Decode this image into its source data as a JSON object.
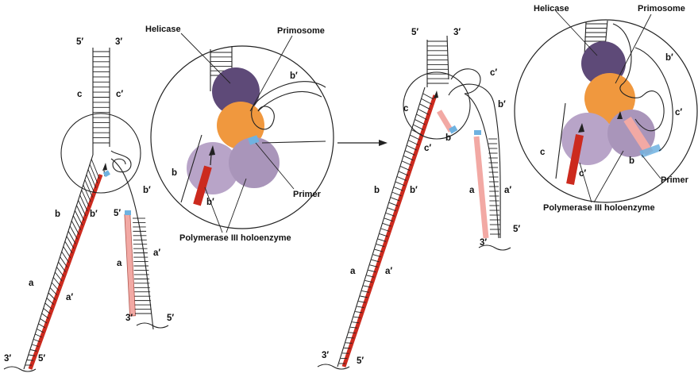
{
  "labels": {
    "left": {
      "five_prime_top": "5′",
      "three_prime_top": "3′",
      "c": "c",
      "c_prime": "c′",
      "b": "b",
      "b_prime_left": "b′",
      "b_prime_right": "b′",
      "five_prime_lagging": "5′",
      "a": "a",
      "a_prime": "a′",
      "a_lagging": "a",
      "a_prime_lagging": "a′",
      "three_prime_lagging": "3′",
      "five_prime_lagging_bottom": "5′",
      "three_prime_bottom": "3′",
      "five_prime_bottom": "5′"
    },
    "left_zoom": {
      "helicase": "Helicase",
      "primosome": "Primosome",
      "b_prime_loop": "b′",
      "b": "b",
      "b_prime": "b′",
      "primer": "Primer",
      "polymerase": "Polymerase III holoenzyme"
    },
    "right": {
      "five_prime_top": "5′",
      "three_prime_top": "3′",
      "c": "c",
      "c_prime_loop": "c′",
      "c_prime": "c′",
      "b_prime_outer": "b′",
      "b_lagging": "b",
      "b": "b",
      "b_prime": "b′",
      "a_lagging": "a",
      "a_prime_lagging": "a′",
      "three_prime_lagging": "3′",
      "five_prime_lagging": "5′",
      "a": "a",
      "a_prime": "a′",
      "three_prime_bottom": "3′",
      "five_prime_bottom": "5′"
    },
    "right_zoom": {
      "helicase": "Helicase",
      "primosome": "Primosome",
      "b_prime": "b′",
      "c_prime": "c′",
      "c": "c",
      "c_prime_inner": "c′",
      "b": "b",
      "primer": "Primer",
      "polymerase": "Polymerase III holoenzyme"
    }
  },
  "colors": {
    "leading_strand": "#cc2a1e",
    "lagging_strand": "#f2a9a4",
    "primer": "#6fb2e0",
    "helicase": "#5e4a78",
    "primosome": "#f0983e",
    "polymerase": "#b8a4c8"
  }
}
